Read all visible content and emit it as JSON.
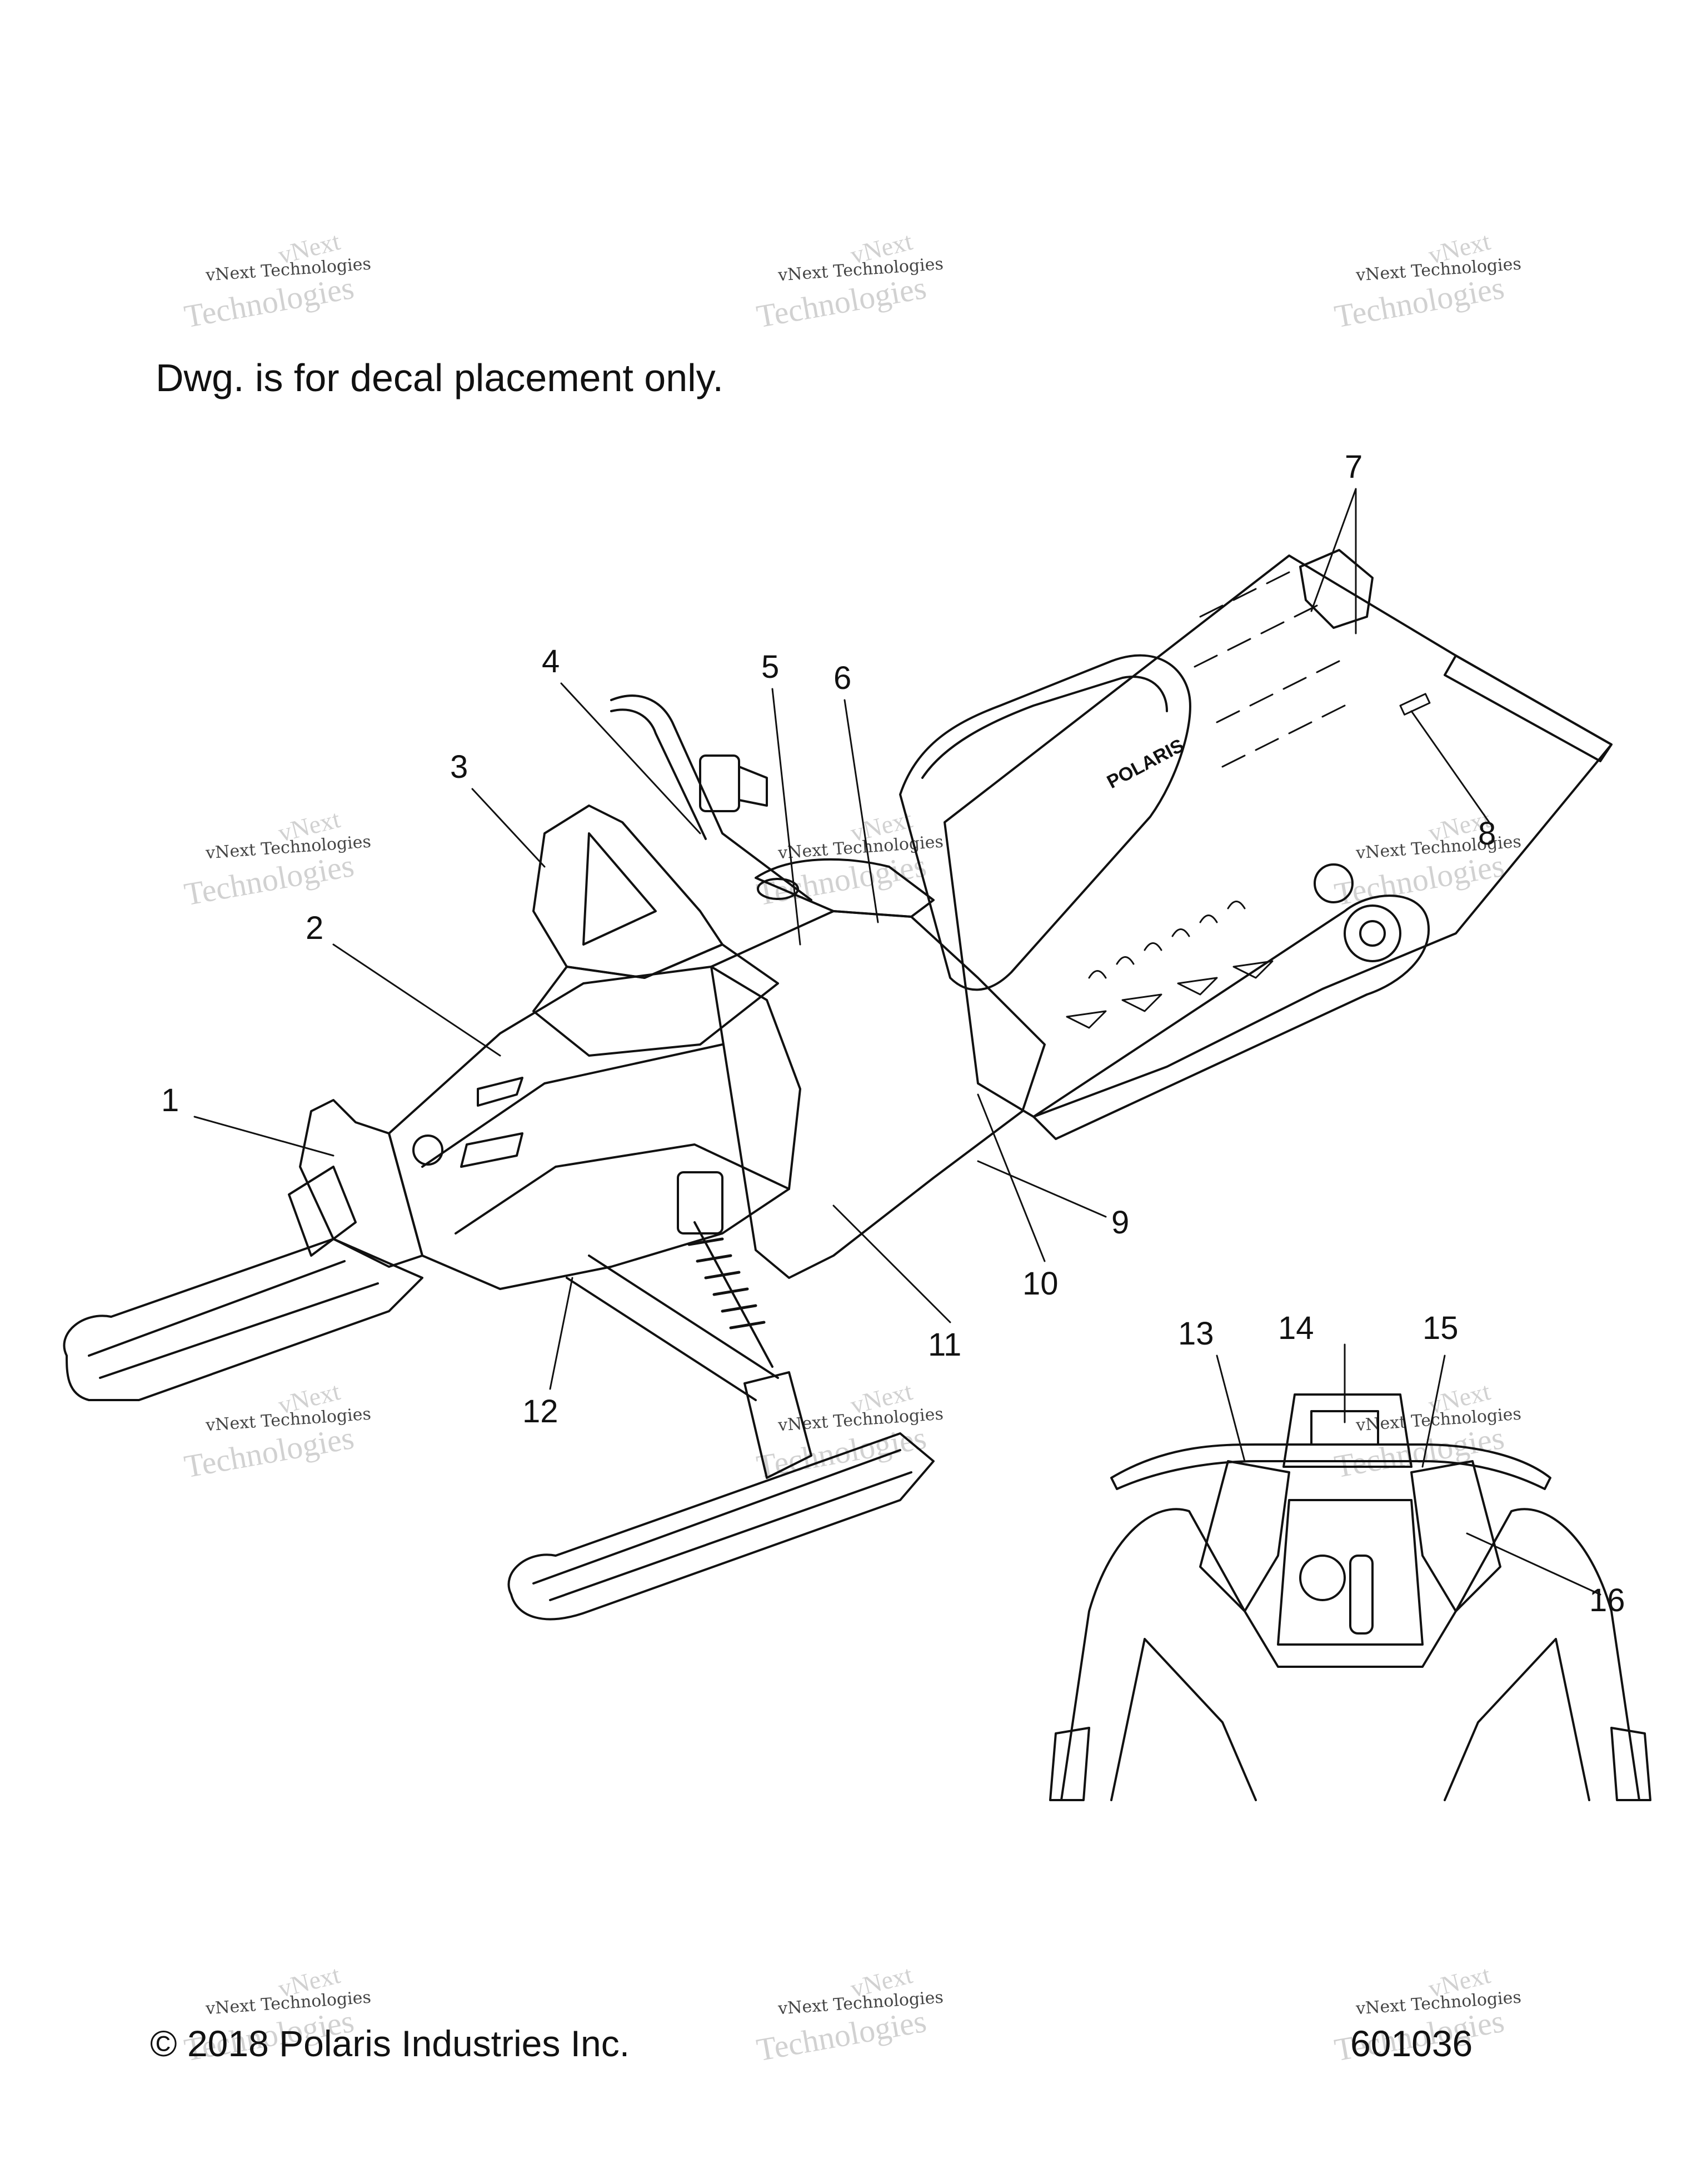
{
  "note": "Dwg. is for decal placement only.",
  "copyright": "© 2018 Polaris Industries Inc.",
  "part_number": "601036",
  "watermark": {
    "line1": "vNext",
    "line2": "vNext Technologies",
    "line3": "Technologies"
  },
  "seat_logo": "POLARIS",
  "callouts": [
    "1",
    "2",
    "3",
    "4",
    "5",
    "6",
    "7",
    "8",
    "9",
    "10",
    "11",
    "12",
    "13",
    "14",
    "15",
    "16"
  ],
  "colors": {
    "ink": "#111111",
    "watermark": "#9a9a9a"
  }
}
